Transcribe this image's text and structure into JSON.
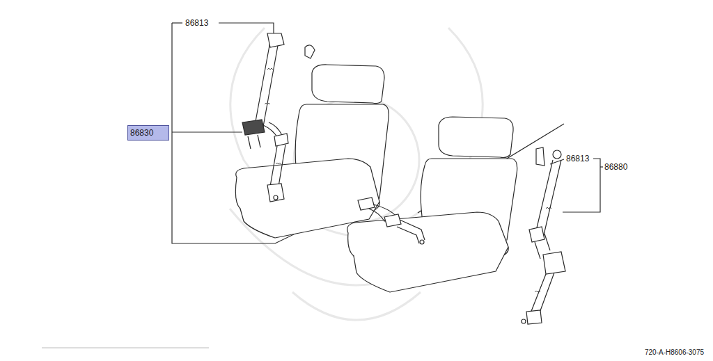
{
  "diagram": {
    "nodes": [
      {
        "text": [
          "86830"
        ]
      }
    ],
    "labels": [
      "86813",
      "86813",
      "86880",
      "720-A-H8606-3075"
    ]
  }
}
